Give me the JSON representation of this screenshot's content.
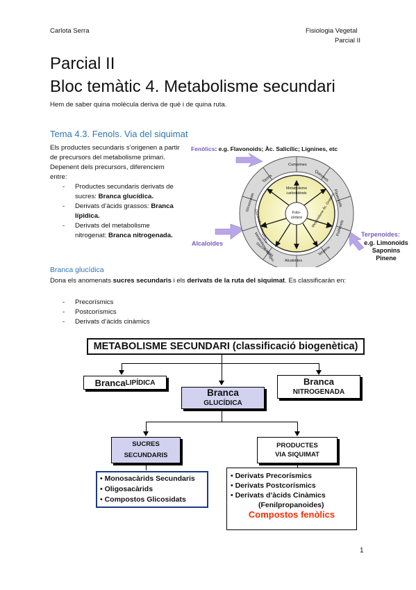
{
  "header": {
    "author": "Carlota Serra",
    "course": "Fisiologia Vegetal",
    "exam": "Parcial II"
  },
  "title": {
    "line1": "Parcial II",
    "line2": "Bloc temàtic 4. Metabolisme secundari"
  },
  "note": "Hem de saber quina molècula deriva de què i de quina ruta.",
  "section": {
    "heading": "Tema 4.3. Fenols. Via del siquimat",
    "intro": "Els productes secundaris s’origenen a partir de precursors del metabolisme primari. Depenent dels precursors, diferenciem entre:",
    "items": [
      {
        "pre": "Productes secundaris derivats de sucres: ",
        "bold": "Branca glucídica."
      },
      {
        "pre": "Derivats d’àcids grassos: ",
        "bold": "Branca lípidica."
      },
      {
        "pre": "Derivats del metabolisme nitrogenat: ",
        "bold": "Branca nitrogenada."
      }
    ]
  },
  "wheel": {
    "phenolics_label": "Fenòlics",
    "phenolics_examples": ": e.g. Flavonoids; Àc. Salicílic; Lignines, etc",
    "alkaloids": "Alcaloides",
    "terpenoids": "Terpenoides:",
    "terpenoid_examples": [
      "e.g. Limonoids",
      "Saponins",
      "Pinene"
    ],
    "center": [
      "Foto-",
      "síntesi"
    ],
    "inner": [
      "Metabolisme",
      "carbohidrats"
    ],
    "inner_left": "Metabolisme Nitrogen",
    "inner_right": "Metabolisme Àc. Grassos",
    "outer": [
      "Cumarines",
      "Quinones",
      "Flavonoids",
      "Polifenols",
      "Terpens",
      "Alcaloides",
      "Glucosinolats",
      "Glucòsids Cianogènics",
      "Glicosinolats",
      "Tanins"
    ]
  },
  "subsection": {
    "heading": "Branca glucídica",
    "intro_pre": "Dona els anomenats ",
    "intro_b1": "sucres secundaris",
    "intro_mid": " i els ",
    "intro_b2": "derivats de la ruta del siquimat",
    "intro_post": ". Es classificaràn en:",
    "items": [
      "Precorísmics",
      "Postcorísmics",
      "Derivats d’àcids cinàmics"
    ]
  },
  "diagram": {
    "title": "METABOLISME SECUNDARI (classificació biogenètica)",
    "lipid": {
      "a": "Branca ",
      "b": "LIPÍDICA"
    },
    "gluc": {
      "a": "Branca",
      "b": "GLUCÍDICA"
    },
    "nitro": {
      "a": "Branca",
      "b": "NITROGENADA"
    },
    "sucres": [
      "SUCRES",
      "SECUNDARIS"
    ],
    "productes": [
      "PRODUCTES",
      "VIA SIQUIMAT"
    ],
    "left_list": [
      "• Monosacàrids Secundaris",
      "• Oligosacàrids",
      "• Compostos Glicosidats"
    ],
    "right_list": [
      "• Derivats Precorísmics",
      "• Derivats Postcorísmics",
      "• Derivats d’àcids Cinàmics",
      "(Fenilpropanoides)"
    ],
    "fenolics": "Compostos fenòlics",
    "fenolics_color": "#ff2a00"
  },
  "page_number": "1"
}
